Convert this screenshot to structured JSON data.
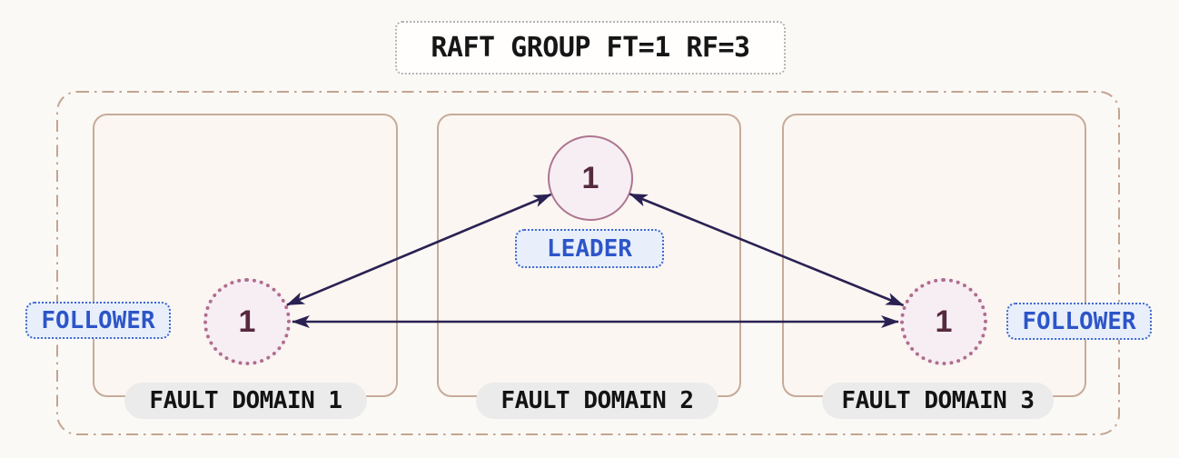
{
  "title": "RAFT GROUP FT=1 RF=3",
  "domains": [
    {
      "label": "FAULT DOMAIN 1",
      "node": {
        "value": "1",
        "role": "FOLLOWER"
      }
    },
    {
      "label": "FAULT DOMAIN 2",
      "node": {
        "value": "1",
        "role": "LEADER"
      }
    },
    {
      "label": "FAULT DOMAIN 3",
      "node": {
        "value": "1",
        "role": "FOLLOWER"
      }
    }
  ],
  "edges": [
    {
      "from": "follower-1",
      "to": "leader",
      "bidirectional": true
    },
    {
      "from": "leader",
      "to": "follower-3",
      "bidirectional": true
    },
    {
      "from": "follower-1",
      "to": "follower-3",
      "bidirectional": true
    }
  ],
  "colors": {
    "background": "#fbf9f5",
    "title_text": "#161616",
    "title_border": "#b3b3b3",
    "title_fill": "#fffefd",
    "outer_border": "#c3a492",
    "domain_border": "#c6ab99",
    "domain_fill": "#fbf6f1",
    "pill_fill": "#ebebeb",
    "pill_text": "#131313",
    "leader_border": "#ad7590",
    "follower_border": "#b06d8d",
    "node_fill": "#f7eef3",
    "node_text": "#56293e",
    "role_text": "#2d55c8",
    "role_fill": "#e8effb",
    "role_border": "#4169d0",
    "arrow": "#2a2153"
  }
}
